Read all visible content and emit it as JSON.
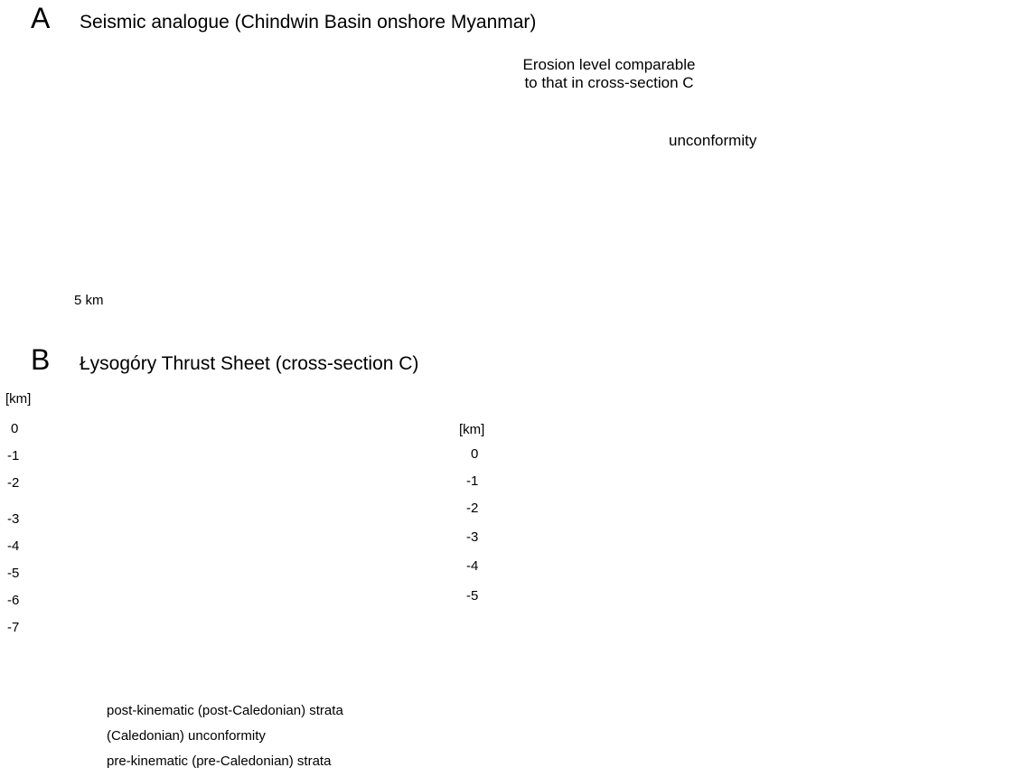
{
  "panel_a": {
    "letter": "A",
    "title": "Seismic analogue (Chindwin Basin onshore Myanmar)",
    "annotation_line1": "Erosion level comparable",
    "annotation_line2": "to that in cross-section C",
    "unconformity_label": "unconformity",
    "scale_label": "5 km"
  },
  "panel_b": {
    "letter": "B",
    "title": "Łysogóry Thrust Sheet (cross-section C)",
    "left_axis": {
      "unit": "[km]",
      "ticks": [
        "0",
        "-1",
        "-2",
        "-3",
        "-4",
        "-5",
        "-6",
        "-7"
      ]
    },
    "right_axis": {
      "unit": "[km]",
      "ticks": [
        "0",
        "-1",
        "-2",
        "-3",
        "-4",
        "-5"
      ]
    }
  },
  "legend": [
    {
      "key": "post",
      "label": "post-kinematic (post-Caledonian) strata",
      "color": "#e2e2e2"
    },
    {
      "key": "unc",
      "label": "(Caledonian) unconformity",
      "color": "#000000"
    },
    {
      "key": "pre",
      "label": "pre-kinematic (pre-Caledonian) strata",
      "color": "#a3a3a3"
    }
  ],
  "colors": {
    "post_kinematic": "#e2e2e2",
    "pre_kinematic": "#a3a3a3",
    "seismic_bg": "#f4f4f4"
  }
}
